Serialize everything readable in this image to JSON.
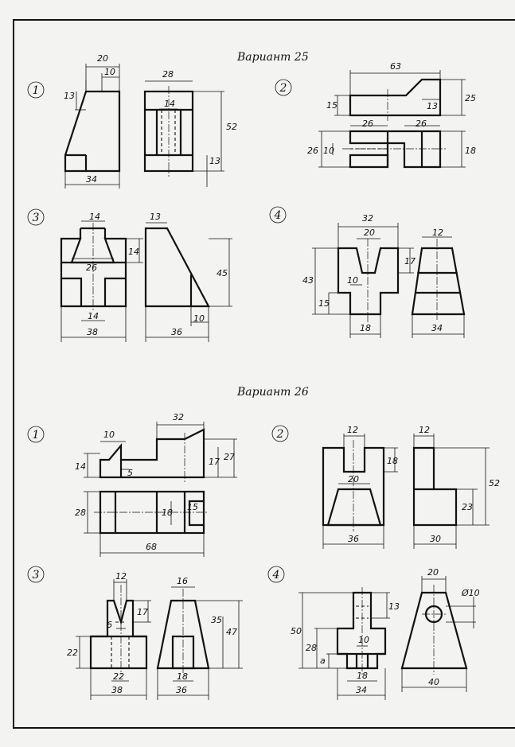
{
  "variants": [
    {
      "title": "Вариант 25",
      "tasks": [
        {
          "num": "1",
          "dims": [
            "20",
            "10",
            "13",
            "34",
            "28",
            "14",
            "52",
            "13"
          ]
        },
        {
          "num": "2",
          "dims": [
            "63",
            "15",
            "13",
            "25",
            "26",
            "26",
            "26",
            "10",
            "18"
          ]
        },
        {
          "num": "3",
          "dims": [
            "14",
            "14",
            "26",
            "14",
            "38",
            "13",
            "45",
            "10",
            "36"
          ]
        },
        {
          "num": "4",
          "dims": [
            "32",
            "20",
            "17",
            "43",
            "10",
            "15",
            "18",
            "12",
            "34"
          ]
        }
      ]
    },
    {
      "title": "Вариант 26",
      "tasks": [
        {
          "num": "1",
          "dims": [
            "32",
            "10",
            "14",
            "5",
            "17",
            "27",
            "28",
            "18",
            "15",
            "68"
          ]
        },
        {
          "num": "2",
          "dims": [
            "12",
            "18",
            "20",
            "36",
            "12",
            "52",
            "23",
            "30"
          ]
        },
        {
          "num": "3",
          "dims": [
            "12",
            "17",
            "6",
            "22",
            "22",
            "38",
            "16",
            "35",
            "47",
            "18",
            "36"
          ]
        },
        {
          "num": "4",
          "dims": [
            "20",
            "Ø10",
            "13",
            "50",
            "28",
            "10",
            "a",
            "18",
            "34",
            "40"
          ]
        }
      ]
    }
  ]
}
